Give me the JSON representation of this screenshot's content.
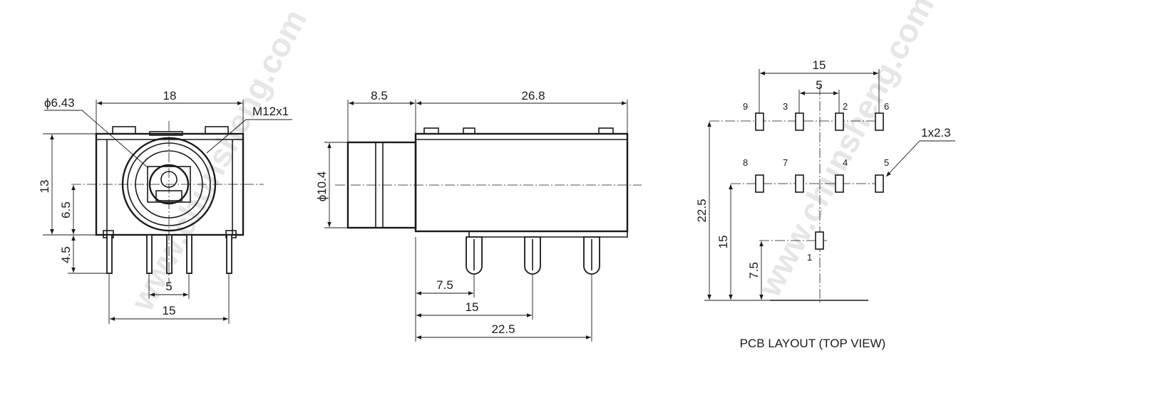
{
  "watermark": "www.chunsheng.com",
  "front_view": {
    "dims": {
      "width_top": "18",
      "hole_dia": "ϕ6.43",
      "thread": "M12x1",
      "height": "13",
      "center_height": "6.5",
      "pin_length": "4.5",
      "pin_pitch": "5",
      "pin_span": "15"
    }
  },
  "side_view": {
    "dims": {
      "nose_length": "8.5",
      "body_length": "26.8",
      "nose_dia": "ϕ10.4",
      "pin_1": "7.5",
      "pin_2": "15",
      "pin_3": "22.5"
    }
  },
  "pcb_layout": {
    "title": "PCB LAYOUT (TOP VIEW)",
    "dims": {
      "span_x": "15",
      "pitch_x": "5",
      "pad_size": "1x2.3",
      "span_y": "22.5",
      "row2_y": "15",
      "pad1_y": "7.5"
    },
    "pads": {
      "p9": "9",
      "p3": "3",
      "p2": "2",
      "p6": "6",
      "p8": "8",
      "p7": "7",
      "p4": "4",
      "p5": "5",
      "p1": "1"
    }
  }
}
